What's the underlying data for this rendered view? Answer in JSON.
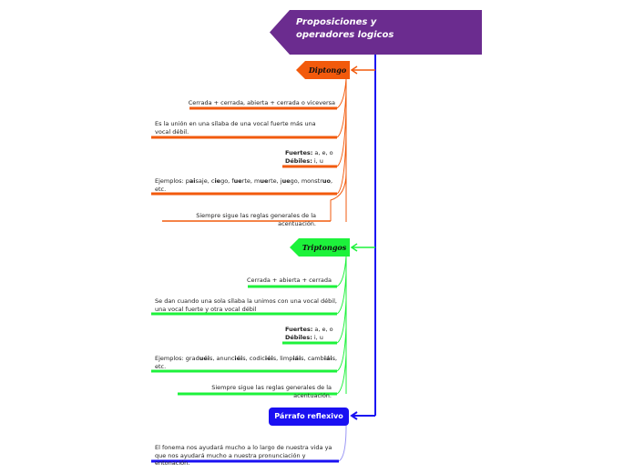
{
  "title": "Proposiciones y operadores logicos",
  "colors": {
    "title": "#6b2c8f",
    "diptongo": "#f25a0c",
    "triptongo": "#1df23b",
    "parrafo": "#1a10f2"
  },
  "diptongo": {
    "label": "Diptongo",
    "items": [
      {
        "parts": [
          {
            "t": "Cerrada + cerrada, abierta + cerrada o viceversa"
          }
        ]
      },
      {
        "parts": [
          {
            "t": "Es la unión en una sílaba de una vocal fuerte más una vocal débil."
          }
        ]
      },
      {
        "parts": [
          {
            "t": "Fuertes:",
            "b": true
          },
          {
            "t": " a, e, o"
          }
        ],
        "parts2": [
          {
            "t": "Débiles:",
            "b": true
          },
          {
            "t": " i, u"
          }
        ]
      },
      {
        "parts": [
          {
            "t": "Ejemplos: p"
          },
          {
            "t": "ai",
            "b": true
          },
          {
            "t": "saje, c"
          },
          {
            "t": "ie",
            "b": true
          },
          {
            "t": "go, f"
          },
          {
            "t": "ue",
            "b": true
          },
          {
            "t": "rte, m"
          },
          {
            "t": "ue",
            "b": true
          },
          {
            "t": "rte, j"
          },
          {
            "t": "ue",
            "b": true
          },
          {
            "t": "go, monstr"
          },
          {
            "t": "uo",
            "b": true
          },
          {
            "t": ","
          }
        ],
        "parts2": [
          {
            "t": "etc."
          }
        ]
      },
      {
        "parts": [
          {
            "t": "Siempre sigue las reglas generales de la acentuación."
          }
        ]
      }
    ]
  },
  "triptongo": {
    "label": "Triptongos",
    "items": [
      {
        "parts": [
          {
            "t": "Cerrada + abierta + cerrada"
          }
        ]
      },
      {
        "parts": [
          {
            "t": "Se dan cuando una sola sílaba la unimos con una vocal débil, una vocal fuerte y otra vocal débil"
          }
        ]
      },
      {
        "parts": [
          {
            "t": "Fuertes:",
            "b": true
          },
          {
            "t": " a, e, o"
          }
        ],
        "parts2": [
          {
            "t": "Débiles:",
            "b": true
          },
          {
            "t": " i, u"
          }
        ]
      },
      {
        "parts": [
          {
            "t": "Ejemplos: grad"
          },
          {
            "t": "uéi",
            "b": true
          },
          {
            "t": "s, anunc"
          },
          {
            "t": "iéi",
            "b": true
          },
          {
            "t": "s, codic"
          },
          {
            "t": "iéi",
            "b": true
          },
          {
            "t": "s, limp"
          },
          {
            "t": "iái",
            "b": true
          },
          {
            "t": "s, camb"
          },
          {
            "t": "iái",
            "b": true
          },
          {
            "t": "s,"
          }
        ],
        "parts2": [
          {
            "t": "etc."
          }
        ]
      },
      {
        "parts": [
          {
            "t": "Siempre sigue las reglas generales de la acentuación."
          }
        ]
      }
    ]
  },
  "parrafo": {
    "label": "Párrafo reflexivo",
    "items": [
      {
        "parts": [
          {
            "t": "El fonema nos ayudará mucho a lo largo de nuestra vida ya que nos ayudará mucho a nuestra pronunciación y entonación."
          }
        ]
      }
    ]
  }
}
